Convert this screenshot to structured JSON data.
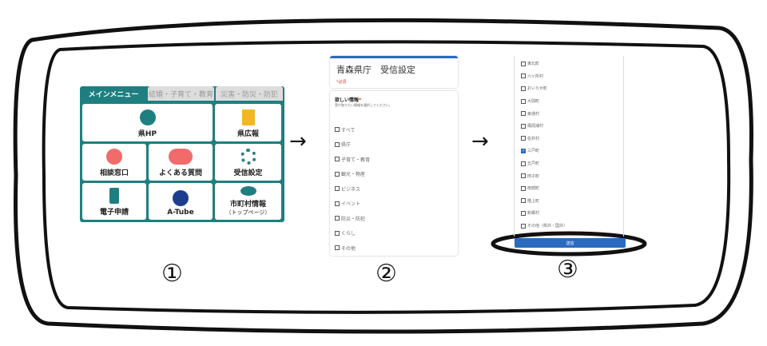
{
  "menu": {
    "tabs": [
      "メインメニュー",
      "結婚・子育て・教育",
      "災害・防災・防犯"
    ],
    "tiles": [
      {
        "label": "県HP"
      },
      {
        "label": "県広報"
      },
      {
        "label": "相談窓口"
      },
      {
        "label": "よくある質問"
      },
      {
        "label": "受信設定"
      },
      {
        "label": "電子申請"
      },
      {
        "label": "A-Tube"
      },
      {
        "label": "市町村情報",
        "sub": "（トップページ）"
      }
    ]
  },
  "arrow": "→",
  "form": {
    "title": "青森県庁　受信設定",
    "required": "*必須",
    "question": "欲しい情報",
    "question_mark": "*",
    "hint": "受け取りたい情報を選択してください。",
    "options": [
      "すべて",
      "県庁",
      "子育て・教育",
      "観光・物産",
      "ビジネス",
      "イベント",
      "防災・防犯",
      "くらし",
      "その他"
    ]
  },
  "list": {
    "options": [
      "東北町",
      "六ヶ所村",
      "おいらせ町",
      "大間町",
      "東通村",
      "風間浦村",
      "佐井村",
      "三戸町",
      "五戸町",
      "田子町",
      "南部町",
      "階上町",
      "新郷村",
      "その他（県外・国外）"
    ],
    "checked": "三戸町",
    "submit": "送信"
  },
  "steps": [
    "①",
    "②",
    "③"
  ]
}
